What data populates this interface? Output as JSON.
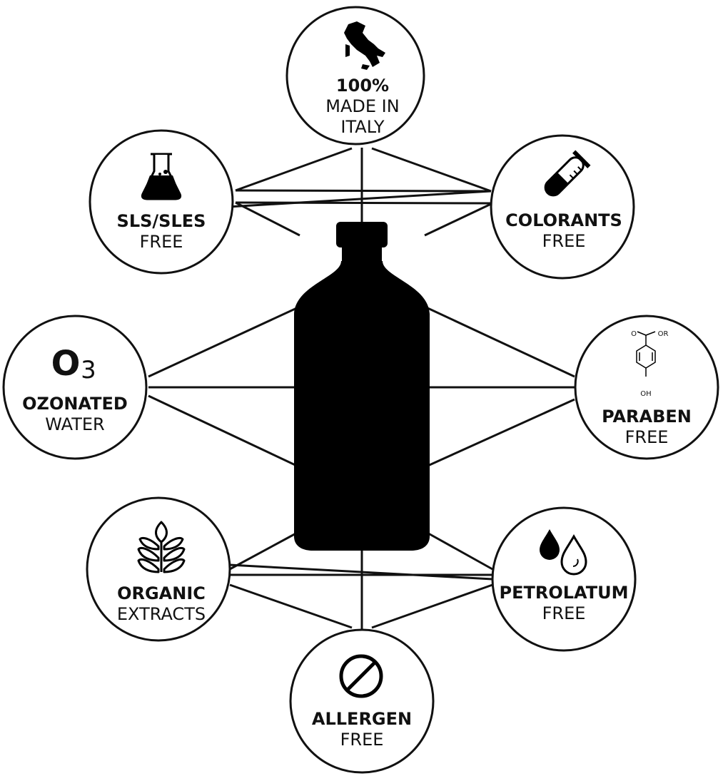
{
  "colors": {
    "ink": "#111111",
    "background": "#ffffff"
  },
  "center": {
    "icon": "bottle-icon"
  },
  "badges": [
    {
      "id": "italy",
      "icon": "italy-map-icon",
      "line1": "100%",
      "line2": "MADE IN",
      "line3": "ITALY"
    },
    {
      "id": "colorants",
      "icon": "test-tube-icon",
      "line1": "COLORANTS",
      "line2": "FREE"
    },
    {
      "id": "paraben",
      "icon": "paraben-molecule-icon",
      "molecule_labels": [
        "O",
        "OR",
        "OH"
      ],
      "line1": "PARABEN",
      "line2": "FREE"
    },
    {
      "id": "petrolatum",
      "icon": "drops-icon",
      "line1": "PETROLATUM",
      "line2": "FREE"
    },
    {
      "id": "allergen",
      "icon": "no-symbol-icon",
      "line1": "ALLERGEN",
      "line2": "FREE"
    },
    {
      "id": "organic",
      "icon": "wheat-icon",
      "line1": "ORGANIC",
      "line2": "EXTRACTS"
    },
    {
      "id": "ozonated",
      "icon": "o3-icon",
      "symbol": "O",
      "subscript": "3",
      "line1": "OZONATED",
      "line2": "WATER"
    },
    {
      "id": "sls",
      "icon": "flask-icon",
      "line1": "SLS/SLES",
      "line2": "FREE"
    }
  ]
}
